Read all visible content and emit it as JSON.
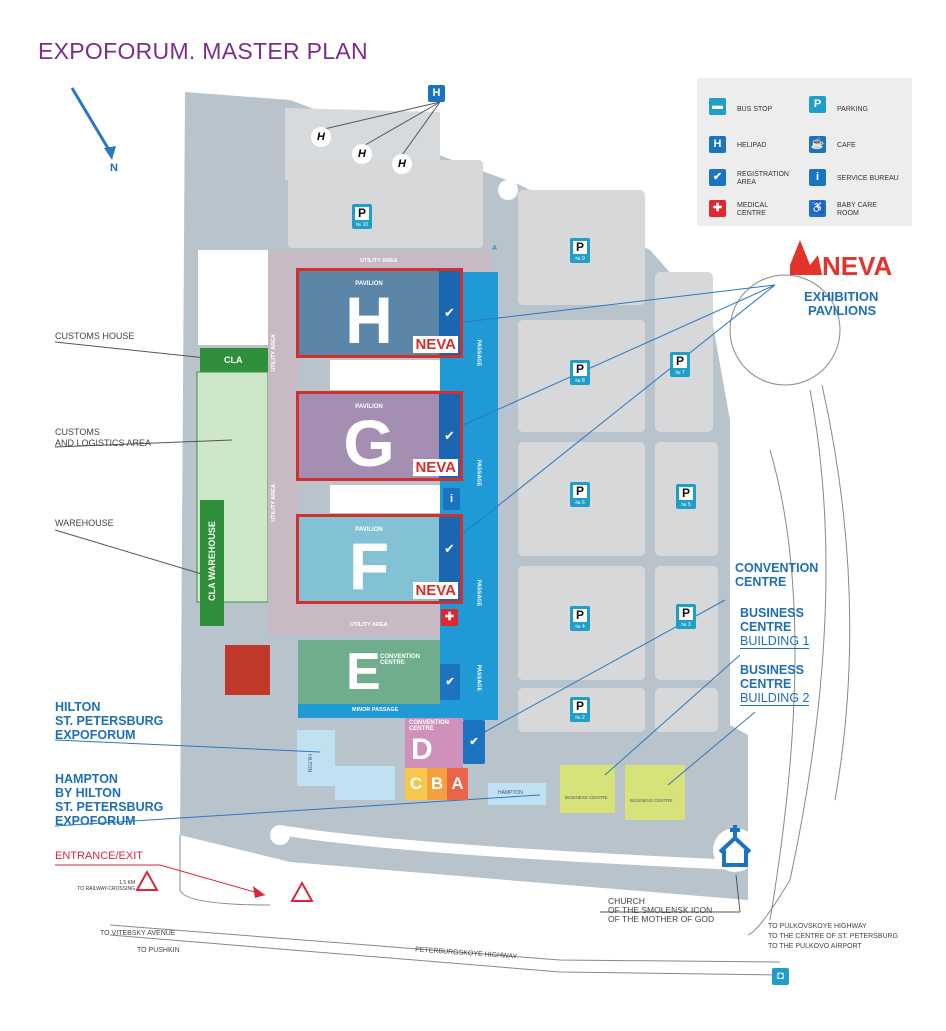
{
  "title": "EXPOFORUM. MASTER PLAN",
  "compass": "N",
  "legend": {
    "bus_stop": "BUS STOP",
    "parking": "PARKING",
    "helipad": "HELIPAD",
    "cafe": "CAFE",
    "registration": "REGISTRATION AREA",
    "service_bureau": "SERVICE BUREAU",
    "medical": "MEDICAL CENTRE",
    "baby_care": "BABY CARE ROOM"
  },
  "brand": {
    "logo": "NEVA",
    "subtitle_1": "EXHIBITION",
    "subtitle_2": "PAVILIONS",
    "color": "#e2342b"
  },
  "pavilions": [
    {
      "caption": "PAVILION",
      "letter": "H",
      "badge": "NEVA",
      "color": "#5b86a7"
    },
    {
      "caption": "PAVILION",
      "letter": "G",
      "badge": "NEVA",
      "color": "#a48eb2"
    },
    {
      "caption": "PAVILION",
      "letter": "F",
      "badge": "NEVA",
      "color": "#83c2d4"
    }
  ],
  "convention_e": {
    "letter": "E",
    "caption": "CONVENTION CENTRE"
  },
  "convention_d": {
    "letter": "D",
    "caption": "CONVENTION CENTRE"
  },
  "halls": [
    "C",
    "B",
    "A"
  ],
  "areas": {
    "utility_top": "UTILITY AREA",
    "utility_left_1": "UTILITY AREA",
    "utility_left_2": "UTILITY AREA",
    "utility_bottom": "UTILITY AREA",
    "minor_passage": "MINOR PASSAGE",
    "passage_1": "PASSAGE",
    "passage_2": "PASSAGE",
    "passage_3": "PASSAGE",
    "passage_4": "PASSAGE",
    "cla": "CLA",
    "cla_warehouse": "CLA WAREHOUSE",
    "hilton": "HILTON",
    "hampton": "HAMPTON",
    "business_centre_1": "BUSINESS CENTRE",
    "business_centre_2": "BUSINESS CENTRE"
  },
  "parking": [
    {
      "label": "P",
      "num": "№ 10"
    },
    {
      "label": "P",
      "num": "№ 9"
    },
    {
      "label": "P",
      "num": "№ 8"
    },
    {
      "label": "P",
      "num": "№ 7"
    },
    {
      "label": "P",
      "num": "№ 6"
    },
    {
      "label": "P",
      "num": "№ 5"
    },
    {
      "label": "P",
      "num": "№ 4"
    },
    {
      "label": "P",
      "num": "№ 3"
    },
    {
      "label": "P",
      "num": "№ 2"
    }
  ],
  "helipad_letter": "H",
  "left_labels": {
    "customs_house": "CUSTOMS HOUSE",
    "customs_logistics_1": "CUSTOMS",
    "customs_logistics_2": "AND LOGISTICS AREA",
    "warehouse": "WAREHOUSE",
    "hilton_1": "HILTON",
    "hilton_2": "ST. PETERSBURG",
    "hilton_3": "EXPOFORUM",
    "hampton_1": "HAMPTON",
    "hampton_2": "BY HILTON",
    "hampton_3": "ST. PETERSBURG",
    "hampton_4": "EXPOFORUM",
    "entrance": "ENTRANCE/EXIT",
    "railway_1": "1,5 KM",
    "railway_2": "TO RAILWAY-CROSSING"
  },
  "right_labels": {
    "convention_1": "CONVENTION",
    "convention_2": "CENTRE",
    "bc1_1": "BUSINESS",
    "bc1_2": "CENTRE",
    "bc1_3": "BUILDING 1",
    "bc2_1": "BUSINESS",
    "bc2_2": "CENTRE",
    "bc2_3": "BUILDING 2"
  },
  "church_1": "CHURCH",
  "church_2": "OF THE SMOLENSK ICON",
  "church_3": "OF THE MOTHER OF GOD",
  "roads": {
    "vitebsky": "TO VITEBSKY AVENUE",
    "pushkin": "TO PUSHKIN",
    "peterburgskoye": "PETERBURGSKOYE HIGHWAY",
    "pulkovskoye": "TO PULKOVSKOYE HIGHWAY",
    "centre": "TO THE CENTRE OF ST. PETERSBURG",
    "airport": "TO THE PULKOVO AIRPORT"
  },
  "passage_marker": "A"
}
